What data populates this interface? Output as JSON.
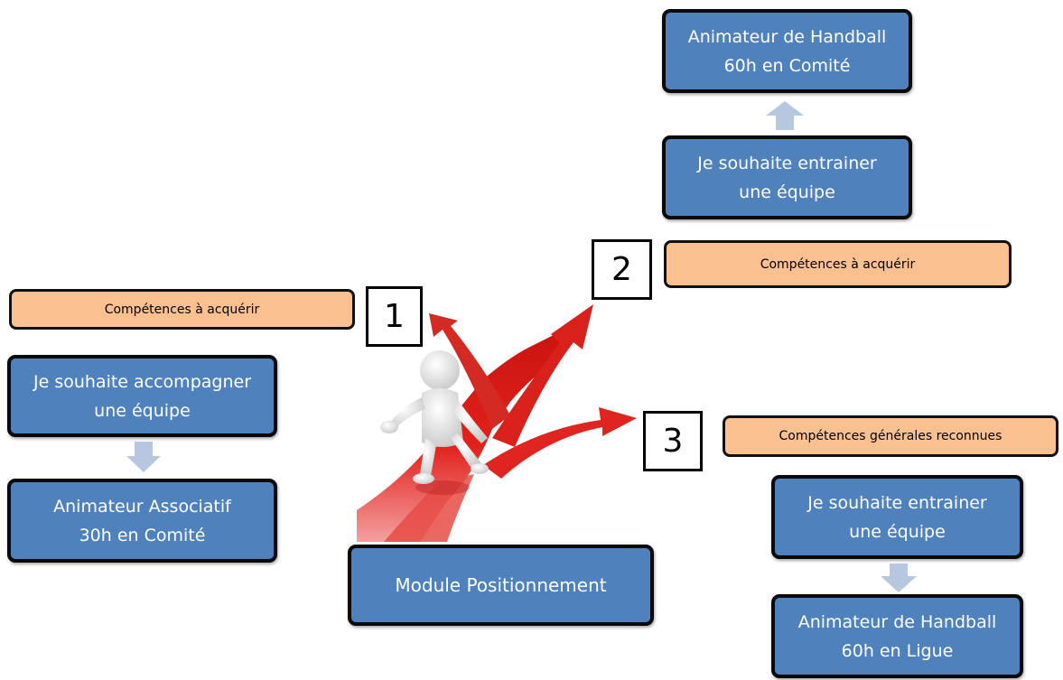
{
  "path1": {
    "number": "1",
    "skills_label": "Compétences à acquérir",
    "wish": [
      "Je souhaite accompagner",
      "une équipe"
    ],
    "result": [
      "Animateur Associatif",
      "30h en Comité"
    ]
  },
  "path2": {
    "number": "2",
    "skills_label": "Compétences à acquérir",
    "wish": [
      "Je souhaite entrainer",
      "une équipe"
    ],
    "result": [
      "Animateur de Handball",
      "60h en Comité"
    ]
  },
  "path3": {
    "number": "3",
    "skills_label": "Compétences générales reconnues",
    "wish": [
      "Je souhaite entrainer",
      "une équipe"
    ],
    "result": [
      "Animateur de Handball",
      "60h en Ligue"
    ]
  },
  "center": {
    "label": "Module Positionnement"
  },
  "colors": {
    "box_blue": "#4f81bd",
    "box_orange": "#fac090",
    "arrow_light": "#b8c7e0",
    "road_red": "#e2211c"
  }
}
